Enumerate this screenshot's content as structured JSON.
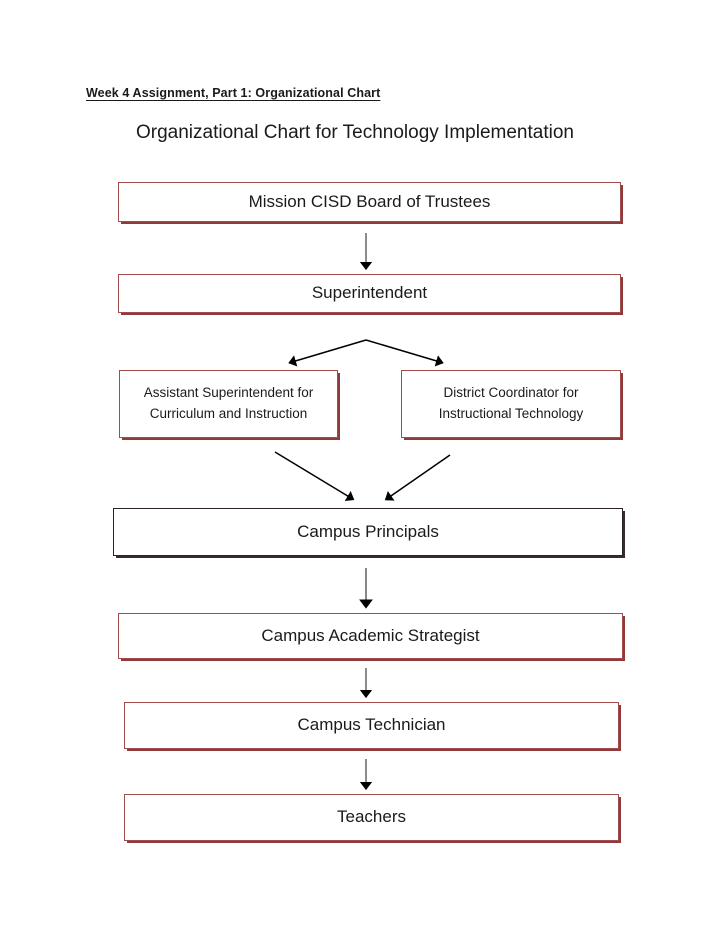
{
  "document": {
    "assignment_line": "Week 4 Assignment, Part 1: Organizational Chart",
    "chart_title": "Organizational Chart for Technology Implementation"
  },
  "colors": {
    "box_border_maroon": "#a24c4c",
    "box_border_dark": "#2a2227",
    "box_shadow_maroon": "#8f3b3b",
    "arrow": "#000000",
    "arrow_shaft_gray": "#7a7a7a",
    "text": "#1a1a1a",
    "background": "#ffffff"
  },
  "chart_data": {
    "type": "diagram",
    "title": "Organizational Chart for Technology Implementation",
    "nodes": [
      {
        "id": "board",
        "label": "Mission CISD Board of Trustees",
        "level": 1,
        "border": "maroon"
      },
      {
        "id": "super",
        "label": "Superintendent",
        "level": 2,
        "border": "maroon"
      },
      {
        "id": "asst",
        "label": "Assistant Superintendent for Curriculum and Instruction",
        "line1": "Assistant Superintendent for",
        "line2": "Curriculum and Instruction",
        "level": 3,
        "border": "maroon"
      },
      {
        "id": "coord",
        "label": "District Coordinator for Instructional Technology",
        "line1": "District Coordinator for",
        "line2": "Instructional Technology",
        "level": 3,
        "border": "maroon"
      },
      {
        "id": "principals",
        "label": "Campus Principals",
        "level": 4,
        "border": "dark"
      },
      {
        "id": "strategist",
        "label": "Campus Academic Strategist",
        "level": 5,
        "border": "maroon"
      },
      {
        "id": "technician",
        "label": "Campus Technician",
        "level": 6,
        "border": "maroon"
      },
      {
        "id": "teachers",
        "label": "Teachers",
        "level": 7,
        "border": "maroon"
      }
    ],
    "edges": [
      {
        "from": "board",
        "to": "super",
        "style": "straight-down"
      },
      {
        "from": "super",
        "to": "asst",
        "style": "diagonal-left"
      },
      {
        "from": "super",
        "to": "coord",
        "style": "diagonal-right"
      },
      {
        "from": "asst",
        "to": "principals",
        "style": "diagonal-right-down"
      },
      {
        "from": "coord",
        "to": "principals",
        "style": "diagonal-left-down"
      },
      {
        "from": "principals",
        "to": "strategist",
        "style": "straight-down"
      },
      {
        "from": "strategist",
        "to": "technician",
        "style": "straight-down"
      },
      {
        "from": "technician",
        "to": "teachers",
        "style": "straight-down"
      }
    ]
  }
}
